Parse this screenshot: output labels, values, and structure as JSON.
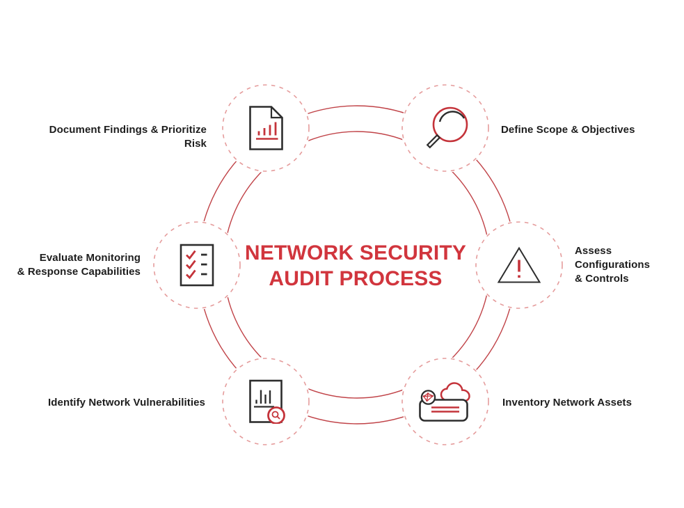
{
  "diagram": {
    "title": "NETWORK SECURITY\nAUDIT PROCESS",
    "type": "circular-process"
  },
  "colors": {
    "title_red": "#d1353d",
    "band_red": "#c04247",
    "node_dash_pink": "#e59c9c",
    "icon_black": "#2d2d2d",
    "icon_red": "#c4333a",
    "label_black": "#1d1d1d",
    "background": "#ffffff"
  },
  "steps": [
    {
      "label": "Define Scope & Objectives",
      "icon": "magnifier-icon",
      "position": "top-right"
    },
    {
      "label": "Assess\nConfigurations\n& Controls",
      "icon": "warning-triangle-icon",
      "position": "right"
    },
    {
      "label": "Inventory Network Assets",
      "icon": "cloud-server-network-icon",
      "position": "bottom-right"
    },
    {
      "label": "Identify Network Vulnerabilities",
      "icon": "document-scan-icon",
      "position": "bottom-left"
    },
    {
      "label": "Evaluate Monitoring\n& Response Capabilities",
      "icon": "checklist-icon",
      "position": "left"
    },
    {
      "label": "Document Findings & Prioritize Risk",
      "icon": "document-chart-icon",
      "position": "top-left"
    }
  ]
}
